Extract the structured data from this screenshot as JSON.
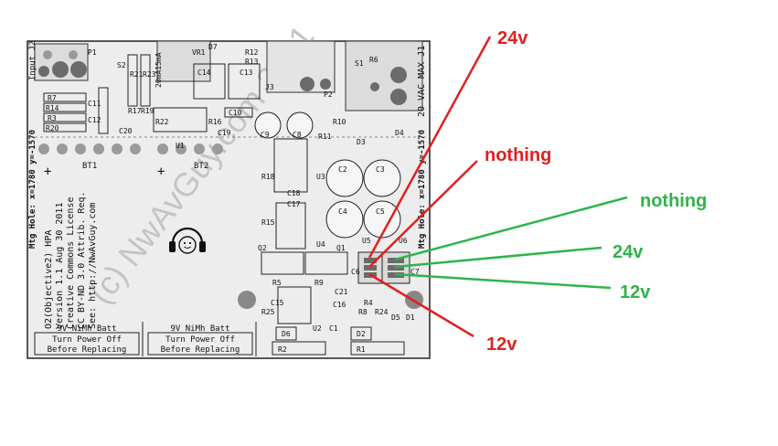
{
  "colors": {
    "board": "#ededed",
    "board_border": "#222222",
    "silk": "#111111",
    "pad": "#9a9a9a",
    "pad_dark": "#6b6b6b",
    "watermark": "#bdbdbd",
    "red": "#e02020",
    "green": "#2fb44a"
  },
  "board": {
    "side_label_left": "Mtg Hole: x=1780 y=-1570",
    "side_label_right": "Mtg Hole: x=1780 y=-1570",
    "top_right_label": "20 VAC MAX J1",
    "input_label": "Input J2",
    "watermark": "(c) NwAvGuy.com 2011",
    "info_lines": [
      "O2(Objective2) HPA",
      "Version 1.1 Aug 30 2011",
      "Creative Commons License",
      "CC BY-ND 3.0 Attrib. Req.",
      "See: http://NwAvGuy.com"
    ],
    "batt_left": [
      "9V NiMh Batt",
      "Turn Power Off",
      "Before Replacing"
    ],
    "batt_right": [
      "9V NiMh Batt",
      "Turn Power Off",
      "Before Replacing"
    ],
    "bt1": "BT1",
    "bt2": "BT2",
    "plus": "+",
    "refs": {
      "P1": "P1",
      "S2": "S2",
      "R21": "R21",
      "R23": "R23",
      "VR1": "VR1",
      "D7": "D7",
      "R12": "R12",
      "R13": "R13",
      "C14": "C14",
      "C13": "C13",
      "S1": "S1",
      "R6": "R6",
      "P2": "P2",
      "J3": "J3",
      "R7": "R7",
      "R14": "R14",
      "R3": "R3",
      "R20": "R20",
      "C11": "C11",
      "C12": "C12",
      "R17": "R17",
      "R19": "R19",
      "R22": "R22",
      "C20": "C20",
      "R16": "R16",
      "C10": "C10",
      "C19": "C19",
      "U1": "U1",
      "C9": "C9",
      "C8": "C8",
      "R10": "R10",
      "R11": "R11",
      "D3": "D3",
      "D4": "D4",
      "C2": "C2",
      "C3": "C3",
      "C4": "C4",
      "C5": "C5",
      "R18": "R18",
      "U3": "U3",
      "C18": "C18",
      "C17": "C17",
      "R15": "R15",
      "U4": "U4",
      "U5": "U5",
      "U6": "U6",
      "Q2": "Q2",
      "Q1": "Q1",
      "C6": "C6",
      "C7": "C7",
      "R5": "R5",
      "R9": "R9",
      "C21": "C21",
      "C16": "C16",
      "C15": "C15",
      "R4": "R4",
      "R8": "R8",
      "R24": "R24",
      "R25": "R25",
      "U2": "U2",
      "C1": "C1",
      "D5": "D5",
      "D1": "D1",
      "D6": "D6",
      "D2": "D2",
      "R2": "R2",
      "R1": "R1",
      "mA": "20mA15mA"
    }
  },
  "annotations": [
    {
      "label": "24v",
      "color": "#e02020"
    },
    {
      "label": "nothing",
      "color": "#e02020"
    },
    {
      "label": "12v",
      "color": "#e02020"
    },
    {
      "label": "nothing",
      "color": "#2fb44a"
    },
    {
      "label": "24v",
      "color": "#2fb44a"
    },
    {
      "label": "12v",
      "color": "#2fb44a"
    }
  ]
}
